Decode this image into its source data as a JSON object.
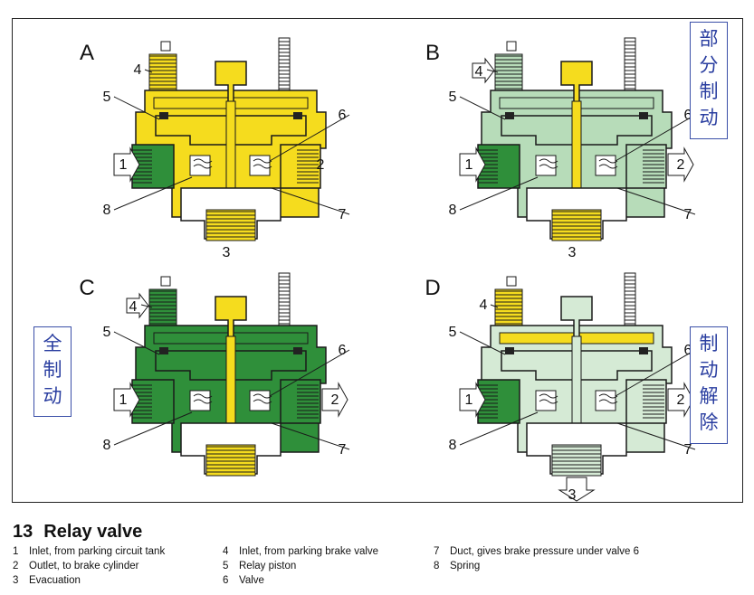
{
  "panels": [
    {
      "letter": "A",
      "callouts": [
        "1",
        "2",
        "3",
        "4",
        "5",
        "6",
        "7",
        "8"
      ]
    },
    {
      "letter": "B",
      "callouts": [
        "1",
        "2",
        "3",
        "4",
        "5",
        "6",
        "7",
        "8"
      ]
    },
    {
      "letter": "C",
      "callouts": [
        "1",
        "2",
        "4",
        "5",
        "6",
        "7",
        "8"
      ]
    },
    {
      "letter": "D",
      "callouts": [
        "1",
        "2",
        "3",
        "4",
        "5",
        "6",
        "7",
        "8"
      ]
    }
  ],
  "annotations": {
    "partial_braking": [
      "部",
      "分",
      "制",
      "动"
    ],
    "full_braking": [
      "全",
      "制",
      "动"
    ],
    "brake_release": [
      "制",
      "动",
      "解",
      "除"
    ]
  },
  "caption": {
    "number": "13",
    "title": "Relay valve",
    "legend": [
      {
        "n": "1",
        "text": "Inlet, from parking circuit tank"
      },
      {
        "n": "2",
        "text": "Outlet, to brake cylinder"
      },
      {
        "n": "3",
        "text": "Evacuation"
      },
      {
        "n": "4",
        "text": "Inlet, from parking brake valve"
      },
      {
        "n": "5",
        "text": "Relay piston"
      },
      {
        "n": "6",
        "text": "Valve"
      },
      {
        "n": "7",
        "text": "Duct, gives brake pressure under valve 6"
      },
      {
        "n": "8",
        "text": "Spring"
      }
    ]
  },
  "colors": {
    "yellow": "#f5dc1e",
    "dark_green": "#2f8f3a",
    "light_green": "#b7dcb9",
    "pale_green": "#d5ead5",
    "white": "#ffffff",
    "outline": "#1a1a1a",
    "annotation_blue": "#2a3ea0"
  }
}
